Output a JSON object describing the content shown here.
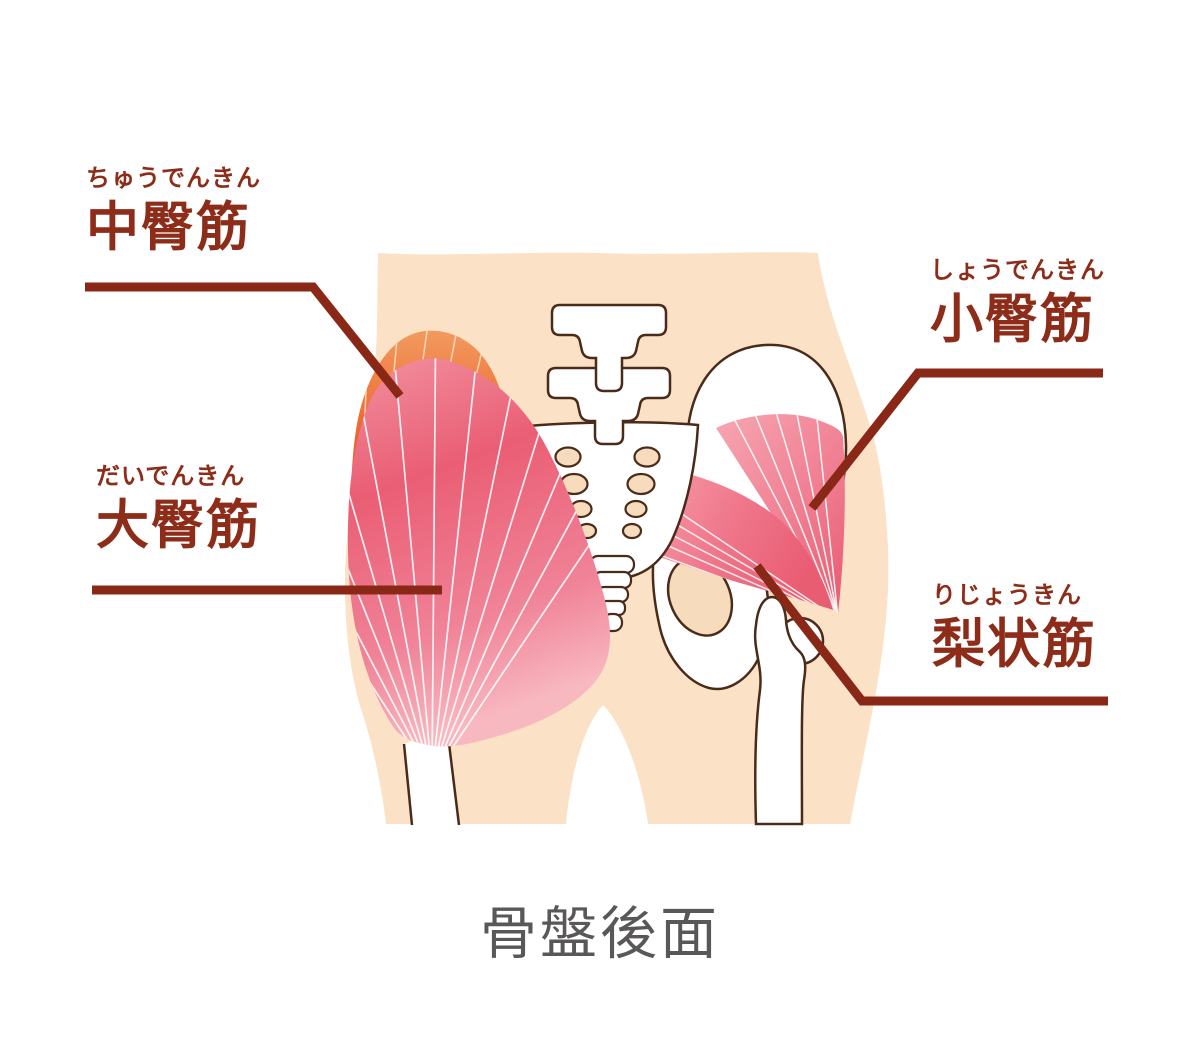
{
  "title": "骨盤後面",
  "labels": {
    "gluteus_medius": {
      "furigana": "ちゅうでんきん",
      "kanji": "中臀筋"
    },
    "gluteus_maximus": {
      "furigana": "だいでんきん",
      "kanji": "大臀筋"
    },
    "gluteus_minimus": {
      "furigana": "しょうでんきん",
      "kanji": "小臀筋"
    },
    "piriformis": {
      "furigana": "りじょうきん",
      "kanji": "梨状筋"
    }
  },
  "colors": {
    "label_text": "#8E2C1A",
    "leader_line": "#8A2817",
    "title_text": "#595757",
    "skin": "#FBE2C6",
    "bone_fill": "#FFFFFF",
    "bone_outline": "#4A2B1A",
    "foramen_fill": "#F6DCBC",
    "muscle_pink_deep": "#EA5E74",
    "muscle_pink_light": "#F6A3AF",
    "muscle_orange_deep": "#EC6630",
    "muscle_orange_light": "#F29A5F"
  }
}
